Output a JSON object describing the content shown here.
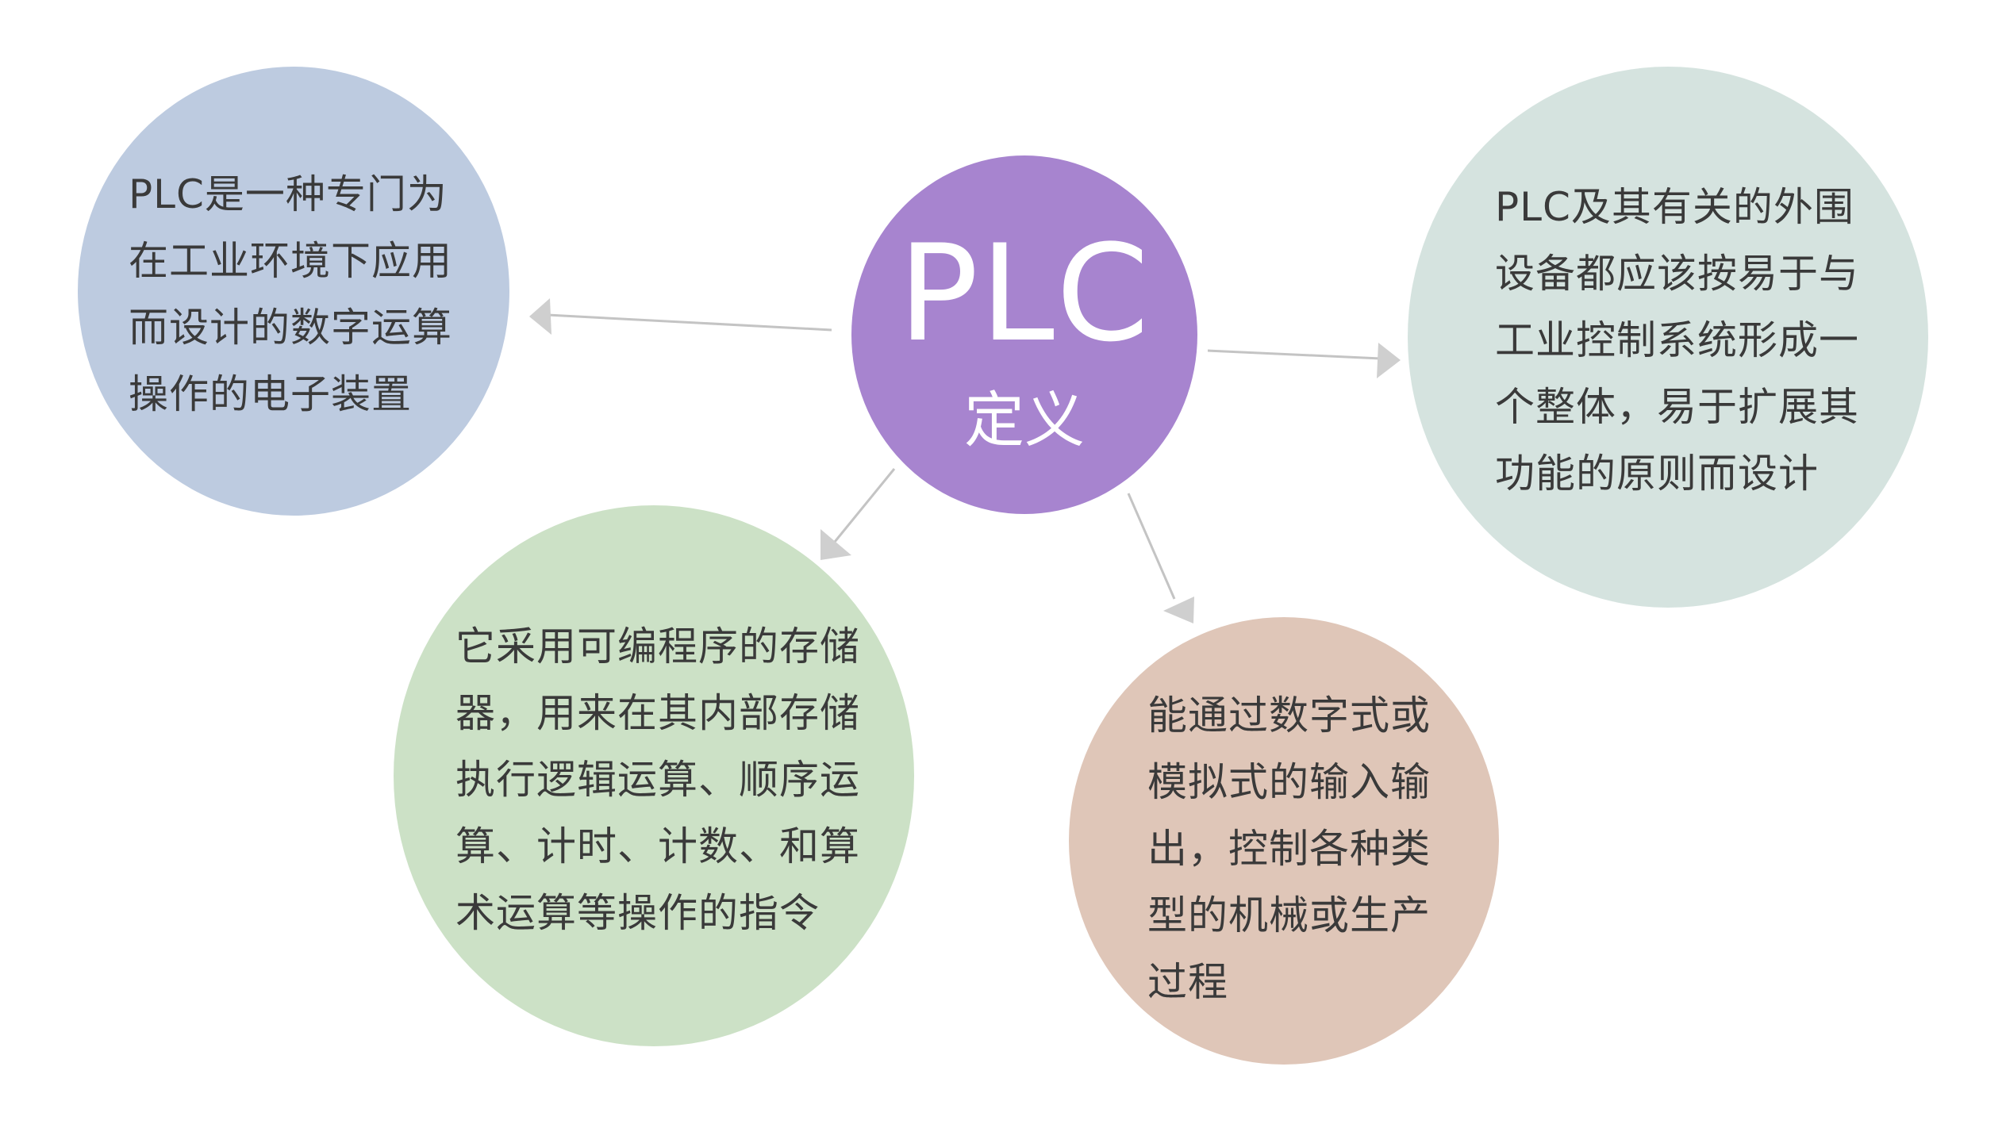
{
  "center": {
    "title": "PLC",
    "subtitle": "定义",
    "color": "#a784cf"
  },
  "nodes": [
    {
      "id": "top-left",
      "text": "PLC是一种专门为\n在工业环境下应用\n而设计的数字运算\n操作的电子装置",
      "color": "#bdcbe0"
    },
    {
      "id": "top-right",
      "text": "PLC及其有关的外围\n设备都应该按易于与\n工业控制系统形成一\n个整体，易于扩展其\n功能的原则而设计",
      "color": "#d5e3df"
    },
    {
      "id": "bottom-left",
      "text": "它采用可编程序的存储\n器，用来在其内部存储\n执行逻辑运算、顺序运\n算、计时、计数、和算\n术运算等操作的指令",
      "color": "#cce1c6"
    },
    {
      "id": "bottom-right",
      "text": "能通过数字式或\n模拟式的输入输\n出，控制各种类\n型的机械或生产\n过程",
      "color": "#dfc6b8"
    }
  ],
  "connector_color": "#bdbdbd"
}
